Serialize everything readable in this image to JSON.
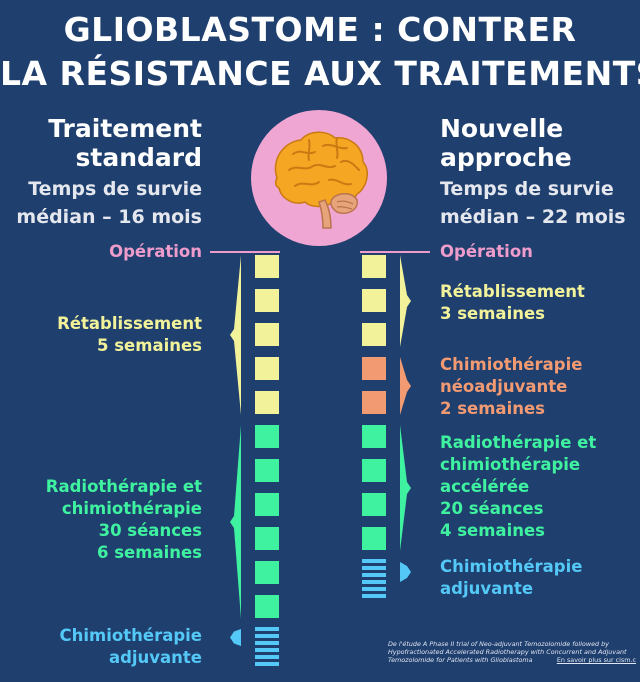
{
  "title": {
    "line1": "GLIOBLASTOME : CONTRER",
    "line2": "LA RÉSISTANCE AUX TRAITEMENTS"
  },
  "left": {
    "heading_line1": "Traitement",
    "heading_line2": "standard",
    "survival_line1": "Temps de survie",
    "survival_line2": "médian – 16 mois",
    "operation": "Opération",
    "recovery": [
      "Rétablissement",
      "5 semaines"
    ],
    "radio": [
      "Radiothérapie et",
      "chimiothérapie",
      "30 séances",
      "6 semaines"
    ],
    "adjuvant": [
      "Chimiothérapie",
      "adjuvante"
    ],
    "recovery_weeks": 5,
    "radio_weeks": 6
  },
  "right": {
    "heading_line1": "Nouvelle",
    "heading_line2": "approche",
    "survival_line1": "Temps de survie",
    "survival_line2": "médian – 22 mois",
    "operation": "Opération",
    "recovery": [
      "Rétablissement",
      "3 semaines"
    ],
    "neoadjuvant": [
      "Chimiothérapie",
      "néoadjuvante",
      "2 semaines"
    ],
    "radio": [
      "Radiothérapie et",
      "chimiothérapie",
      "accélérée",
      "20 séances",
      "4 semaines"
    ],
    "adjuvant": [
      "Chimiothérapie",
      "adjuvante"
    ],
    "recovery_weeks": 3,
    "neoadjuvant_weeks": 2,
    "radio_weeks": 4
  },
  "footnote": {
    "line1": "De l'étude A Phase II trial of Neo-adjuvant Temozolomide followed by",
    "line2": "Hypofractionated Accelerated Radiotherapy with Concurrent and Adjuvant",
    "line3": "Temozolomide for Patients with Glioblastoma",
    "link": "En savoir plus sur cism.c"
  },
  "colors": {
    "background": "#1f3f6e",
    "operation": "#ee9ccc",
    "recovery": "#f2f29a",
    "neoadjuvant": "#f29a72",
    "radio": "#3ff2a0",
    "adjuvant": "#54c8f6",
    "brain_circle": "#f0a6d2"
  },
  "icons": {
    "brain": "brain-icon"
  }
}
